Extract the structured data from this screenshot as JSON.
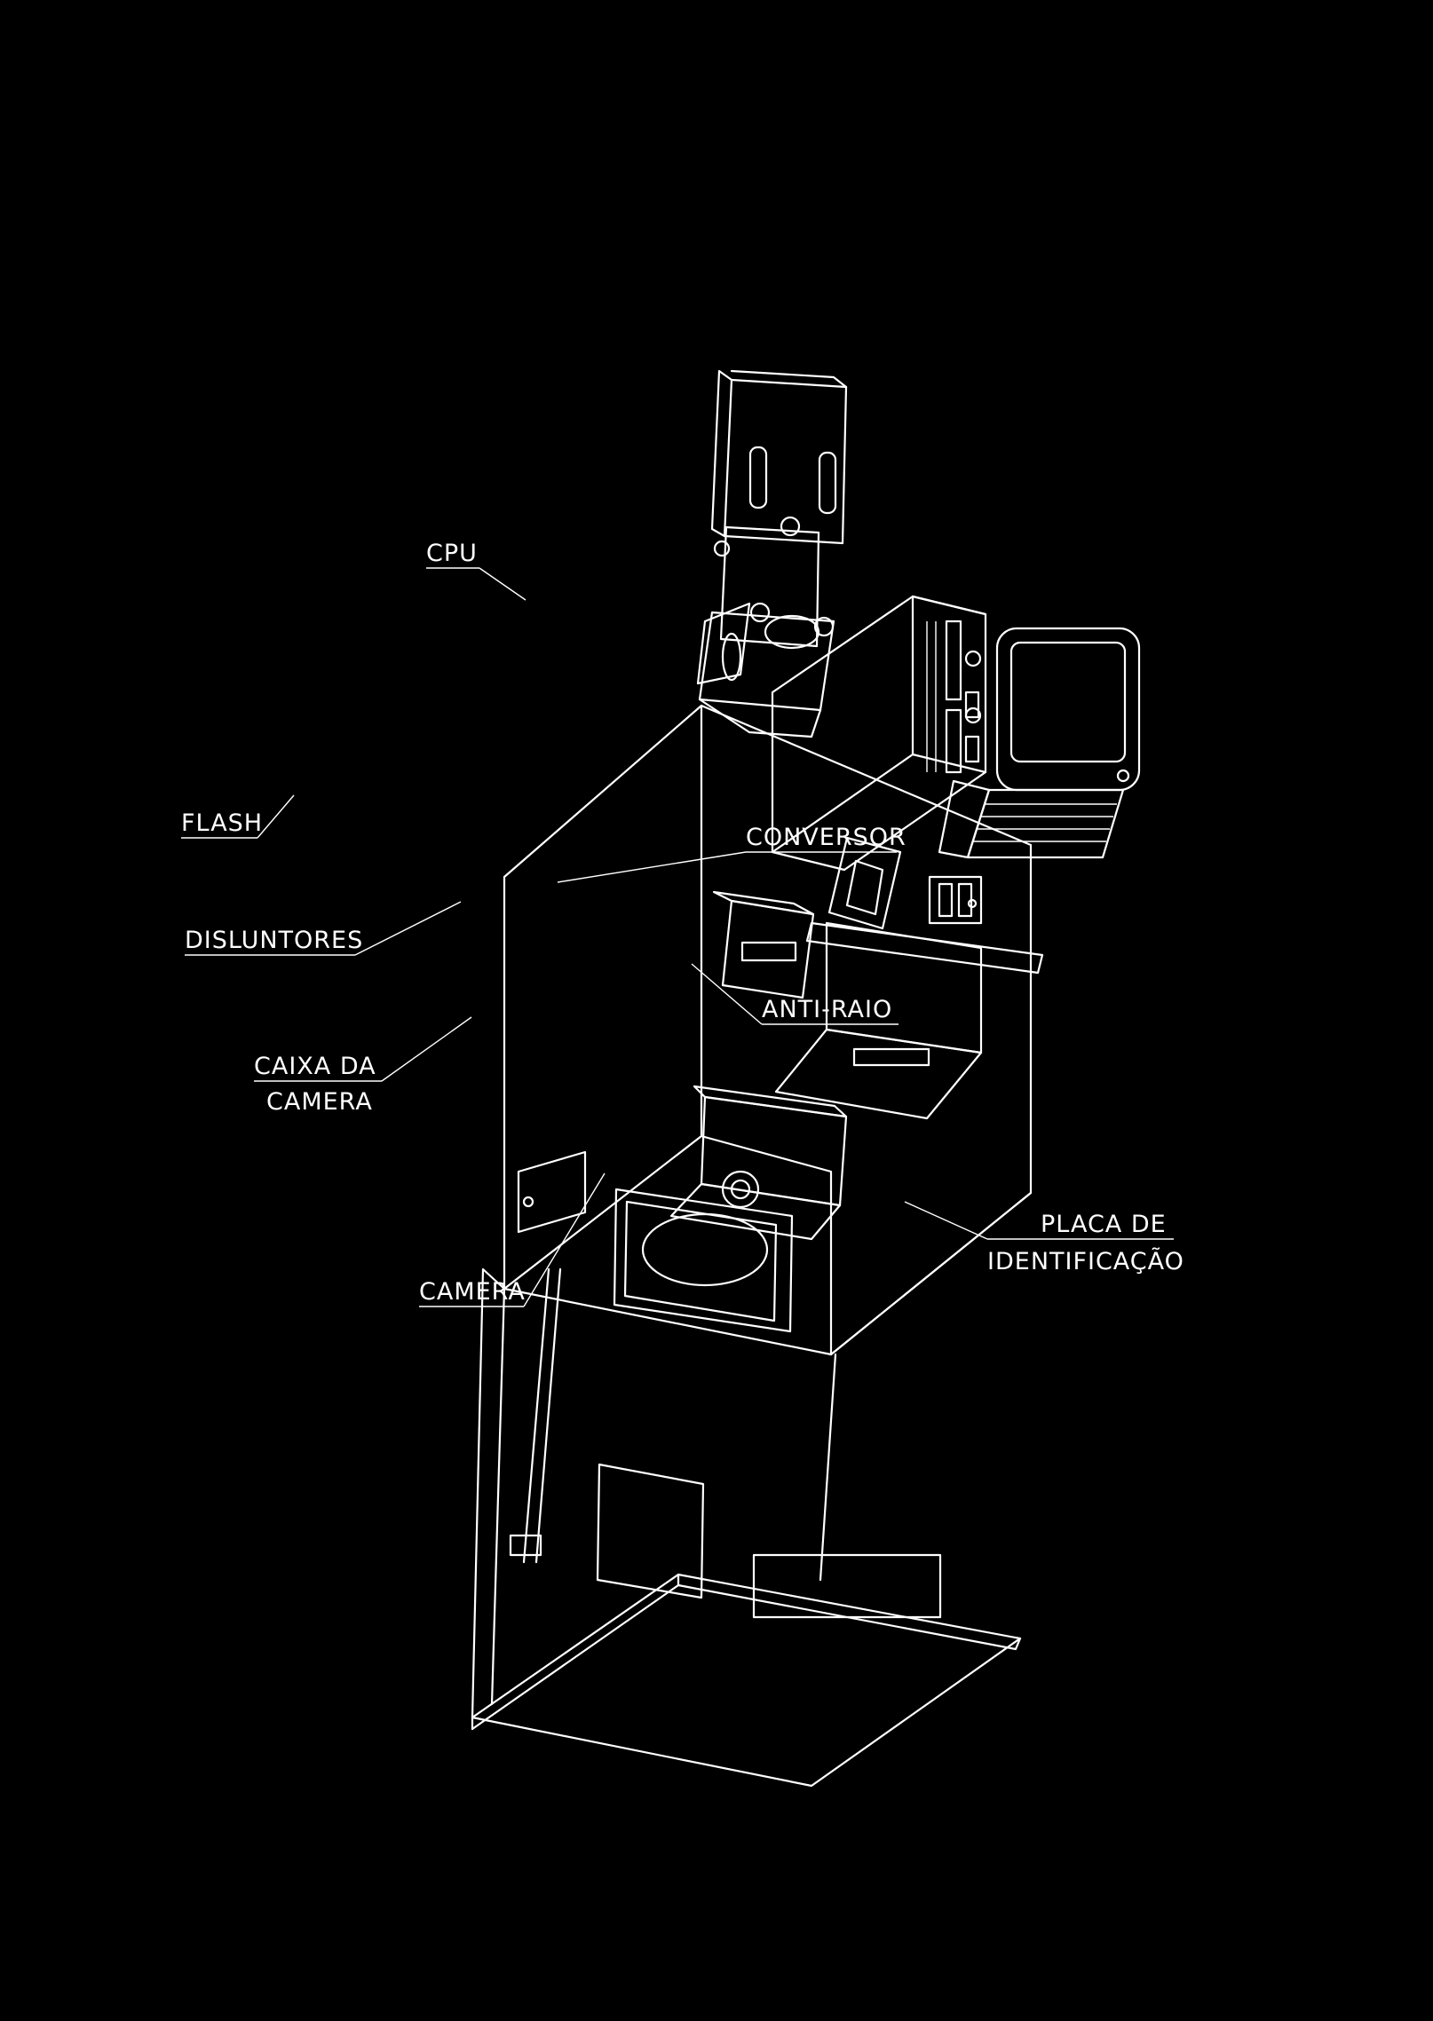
{
  "labels": {
    "cpu": "CPU",
    "flash": "FLASH",
    "disjuntores": "DISLUNTORES",
    "caixa_line1": "CAIXA DA",
    "caixa_line2": "CAMERA",
    "camera": "CAMERA",
    "conversor": "CONVERSOR",
    "anti_raio": "ANTI-RAIO",
    "placa_line1": "PLACA DE",
    "placa_line2": "IDENTIFICAÇÃO"
  }
}
